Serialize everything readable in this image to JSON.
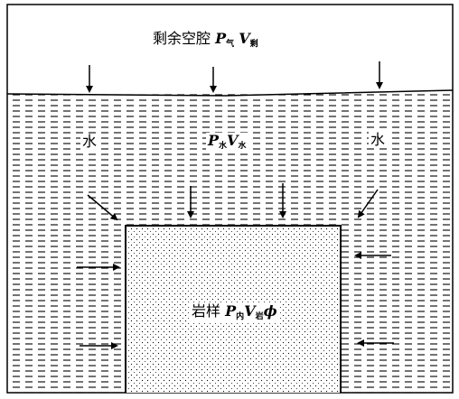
{
  "cavity": {
    "name": "剩余空腔",
    "p": "P",
    "p_sub": "气",
    "v": "V",
    "v_sub": "剩"
  },
  "water": {
    "left_label": "水",
    "right_label": "水",
    "p": "P",
    "p_sub": "水",
    "v": "V",
    "v_sub": "水"
  },
  "rock": {
    "name": "岩样",
    "p": "P",
    "p_sub": "内",
    "v": "V",
    "v_sub": "岩",
    "phi": "ϕ"
  }
}
